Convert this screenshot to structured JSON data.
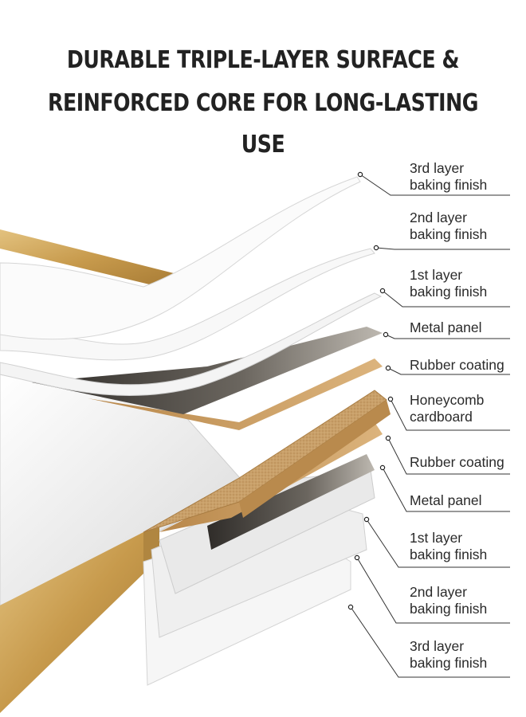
{
  "header": {
    "line1": "DURABLE TRIPLE-LAYER SURFACE &",
    "line2": "REINFORCED CORE FOR LONG-LASTING USE"
  },
  "colors": {
    "gold": "#c79a4c",
    "gold_dark": "#a67a34",
    "cork": "#c9a06a",
    "metal": "#5a5650",
    "white_layer": "#f2f2f2",
    "leader": "#333333"
  },
  "labels": [
    {
      "line1": "3rd layer",
      "line2": "baking finish"
    },
    {
      "line1": "2nd layer",
      "line2": "baking finish"
    },
    {
      "line1": "1st layer",
      "line2": "baking finish"
    },
    {
      "line1": "Metal panel",
      "line2": ""
    },
    {
      "line1": "Rubber coating",
      "line2": ""
    },
    {
      "line1": "Honeycomb",
      "line2": "cardboard"
    },
    {
      "line1": "Rubber coating",
      "line2": ""
    },
    {
      "line1": "Metal panel",
      "line2": ""
    },
    {
      "line1": "1st layer",
      "line2": "baking finish"
    },
    {
      "line1": "2nd layer",
      "line2": "baking finish"
    },
    {
      "line1": "3rd layer",
      "line2": "baking finish"
    }
  ]
}
